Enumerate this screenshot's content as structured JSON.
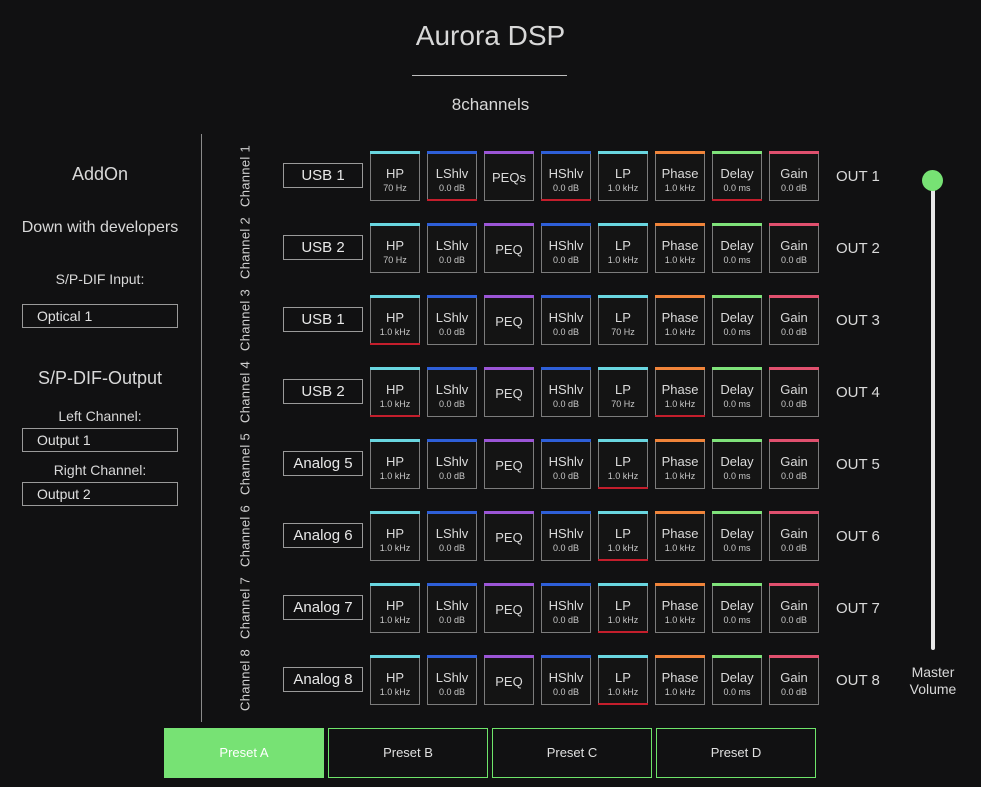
{
  "header": {
    "title": "Aurora DSP",
    "subtitle": "8channels"
  },
  "left_panel": {
    "addon": "AddOn",
    "developers": "Down with developers",
    "spdif_input_label": "S/P-DIF Input:",
    "spdif_input_value": "Optical 1",
    "spdif_output_heading": "S/P-DIF-Output",
    "left_channel_label": "Left Channel:",
    "left_channel_value": "Output 1",
    "right_channel_label": "Right Channel:",
    "right_channel_value": "Output 2"
  },
  "colors": {
    "hp": "#69d6e0",
    "lshlv": "#2e5fd8",
    "peq": "#9b55d6",
    "hshlv": "#2e5fd8",
    "lp": "#69d6e0",
    "phase": "#f0843a",
    "delay": "#7fe27a",
    "gain": "#e0506e",
    "warn": "#c41e2c",
    "accent": "#77e274"
  },
  "channels": [
    {
      "label": "Channel 1",
      "source": "USB 1",
      "output": "OUT 1",
      "blocks": [
        {
          "key": "hp",
          "name": "HP",
          "value": "70 Hz",
          "warn": false
        },
        {
          "key": "lshlv",
          "name": "LShlv",
          "value": "0.0 dB",
          "warn": true
        },
        {
          "key": "peq",
          "name": "PEQs",
          "value": "",
          "warn": false
        },
        {
          "key": "hshlv",
          "name": "HShlv",
          "value": "0.0 dB",
          "warn": true
        },
        {
          "key": "lp",
          "name": "LP",
          "value": "1.0 kHz",
          "warn": false
        },
        {
          "key": "phase",
          "name": "Phase",
          "value": "1.0 kHz",
          "warn": false
        },
        {
          "key": "delay",
          "name": "Delay",
          "value": "0.0 ms",
          "warn": true
        },
        {
          "key": "gain",
          "name": "Gain",
          "value": "0.0 dB",
          "warn": false
        }
      ]
    },
    {
      "label": "Channel 2",
      "source": "USB 2",
      "output": "OUT 2",
      "blocks": [
        {
          "key": "hp",
          "name": "HP",
          "value": "70 Hz",
          "warn": false
        },
        {
          "key": "lshlv",
          "name": "LShlv",
          "value": "0.0 dB",
          "warn": false
        },
        {
          "key": "peq",
          "name": "PEQ",
          "value": "",
          "warn": false
        },
        {
          "key": "hshlv",
          "name": "HShlv",
          "value": "0.0 dB",
          "warn": false
        },
        {
          "key": "lp",
          "name": "LP",
          "value": "1.0 kHz",
          "warn": false
        },
        {
          "key": "phase",
          "name": "Phase",
          "value": "1.0 kHz",
          "warn": false
        },
        {
          "key": "delay",
          "name": "Delay",
          "value": "0.0 ms",
          "warn": false
        },
        {
          "key": "gain",
          "name": "Gain",
          "value": "0.0 dB",
          "warn": false
        }
      ]
    },
    {
      "label": "Channel 3",
      "source": "USB 1",
      "output": "OUT 3",
      "blocks": [
        {
          "key": "hp",
          "name": "HP",
          "value": "1.0 kHz",
          "warn": true
        },
        {
          "key": "lshlv",
          "name": "LShlv",
          "value": "0.0 dB",
          "warn": false
        },
        {
          "key": "peq",
          "name": "PEQ",
          "value": "",
          "warn": false
        },
        {
          "key": "hshlv",
          "name": "HShlv",
          "value": "0.0 dB",
          "warn": false
        },
        {
          "key": "lp",
          "name": "LP",
          "value": "70 Hz",
          "warn": false
        },
        {
          "key": "phase",
          "name": "Phase",
          "value": "1.0 kHz",
          "warn": false
        },
        {
          "key": "delay",
          "name": "Delay",
          "value": "0.0 ms",
          "warn": false
        },
        {
          "key": "gain",
          "name": "Gain",
          "value": "0.0 dB",
          "warn": false
        }
      ]
    },
    {
      "label": "Channel 4",
      "source": "USB 2",
      "output": "OUT 4",
      "blocks": [
        {
          "key": "hp",
          "name": "HP",
          "value": "1.0 kHz",
          "warn": true
        },
        {
          "key": "lshlv",
          "name": "LShlv",
          "value": "0.0 dB",
          "warn": false
        },
        {
          "key": "peq",
          "name": "PEQ",
          "value": "",
          "warn": false
        },
        {
          "key": "hshlv",
          "name": "HShlv",
          "value": "0.0 dB",
          "warn": false
        },
        {
          "key": "lp",
          "name": "LP",
          "value": "70 Hz",
          "warn": false
        },
        {
          "key": "phase",
          "name": "Phase",
          "value": "1.0 kHz",
          "warn": true
        },
        {
          "key": "delay",
          "name": "Delay",
          "value": "0.0 ms",
          "warn": false
        },
        {
          "key": "gain",
          "name": "Gain",
          "value": "0.0 dB",
          "warn": false
        }
      ]
    },
    {
      "label": "Channel 5",
      "source": "Analog 5",
      "output": "OUT 5",
      "blocks": [
        {
          "key": "hp",
          "name": "HP",
          "value": "1.0 kHz",
          "warn": false
        },
        {
          "key": "lshlv",
          "name": "LShlv",
          "value": "0.0 dB",
          "warn": false
        },
        {
          "key": "peq",
          "name": "PEQ",
          "value": "",
          "warn": false
        },
        {
          "key": "hshlv",
          "name": "HShlv",
          "value": "0.0 dB",
          "warn": false
        },
        {
          "key": "lp",
          "name": "LP",
          "value": "1.0 kHz",
          "warn": true
        },
        {
          "key": "phase",
          "name": "Phase",
          "value": "1.0 kHz",
          "warn": false
        },
        {
          "key": "delay",
          "name": "Delay",
          "value": "0.0 ms",
          "warn": false
        },
        {
          "key": "gain",
          "name": "Gain",
          "value": "0.0 dB",
          "warn": false
        }
      ]
    },
    {
      "label": "Channel 6",
      "source": "Analog 6",
      "output": "OUT 6",
      "blocks": [
        {
          "key": "hp",
          "name": "HP",
          "value": "1.0 kHz",
          "warn": false
        },
        {
          "key": "lshlv",
          "name": "LShlv",
          "value": "0.0 dB",
          "warn": false
        },
        {
          "key": "peq",
          "name": "PEQ",
          "value": "",
          "warn": false
        },
        {
          "key": "hshlv",
          "name": "HShlv",
          "value": "0.0 dB",
          "warn": false
        },
        {
          "key": "lp",
          "name": "LP",
          "value": "1.0 kHz",
          "warn": true
        },
        {
          "key": "phase",
          "name": "Phase",
          "value": "1.0 kHz",
          "warn": false
        },
        {
          "key": "delay",
          "name": "Delay",
          "value": "0.0 ms",
          "warn": false
        },
        {
          "key": "gain",
          "name": "Gain",
          "value": "0.0 dB",
          "warn": false
        }
      ]
    },
    {
      "label": "Channel 7",
      "source": "Analog 7",
      "output": "OUT 7",
      "blocks": [
        {
          "key": "hp",
          "name": "HP",
          "value": "1.0 kHz",
          "warn": false
        },
        {
          "key": "lshlv",
          "name": "LShlv",
          "value": "0.0 dB",
          "warn": false
        },
        {
          "key": "peq",
          "name": "PEQ",
          "value": "",
          "warn": false
        },
        {
          "key": "hshlv",
          "name": "HShlv",
          "value": "0.0 dB",
          "warn": false
        },
        {
          "key": "lp",
          "name": "LP",
          "value": "1.0 kHz",
          "warn": true
        },
        {
          "key": "phase",
          "name": "Phase",
          "value": "1.0 kHz",
          "warn": false
        },
        {
          "key": "delay",
          "name": "Delay",
          "value": "0.0 ms",
          "warn": false
        },
        {
          "key": "gain",
          "name": "Gain",
          "value": "0.0 dB",
          "warn": false
        }
      ]
    },
    {
      "label": "Channel 8",
      "source": "Analog 8",
      "output": "OUT 8",
      "blocks": [
        {
          "key": "hp",
          "name": "HP",
          "value": "1.0 kHz",
          "warn": false
        },
        {
          "key": "lshlv",
          "name": "LShlv",
          "value": "0.0 dB",
          "warn": false
        },
        {
          "key": "peq",
          "name": "PEQ",
          "value": "",
          "warn": false
        },
        {
          "key": "hshlv",
          "name": "HShlv",
          "value": "0.0 dB",
          "warn": false
        },
        {
          "key": "lp",
          "name": "LP",
          "value": "1.0 kHz",
          "warn": true
        },
        {
          "key": "phase",
          "name": "Phase",
          "value": "1.0 kHz",
          "warn": false
        },
        {
          "key": "delay",
          "name": "Delay",
          "value": "0.0 ms",
          "warn": false
        },
        {
          "key": "gain",
          "name": "Gain",
          "value": "0.0 dB",
          "warn": false
        }
      ]
    }
  ],
  "master": {
    "label_line1": "Master",
    "label_line2": "Volume",
    "level": 1.0
  },
  "presets": [
    {
      "label": "Preset A",
      "active": true
    },
    {
      "label": "Preset B",
      "active": false
    },
    {
      "label": "Preset C",
      "active": false
    },
    {
      "label": "Preset D",
      "active": false
    }
  ]
}
